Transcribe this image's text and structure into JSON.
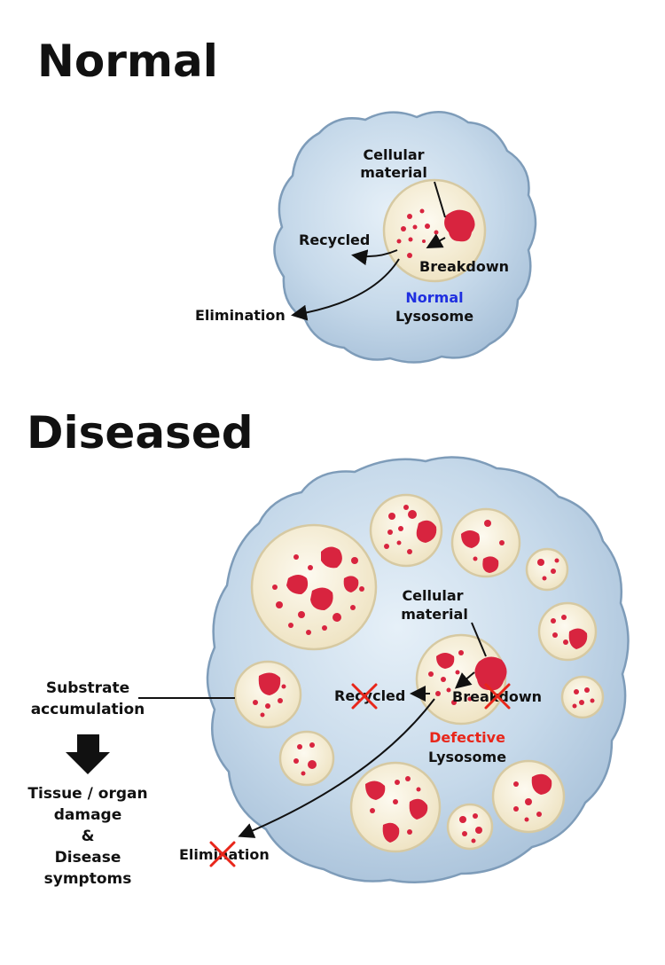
{
  "normal": {
    "heading": "Normal",
    "cellular_material_line1": "Cellular",
    "cellular_material_line2": "material",
    "recycled": "Recycled",
    "breakdown": "Breakdown",
    "elimination": "Elimination",
    "lysosome_state": "Normal",
    "lysosome_word": "Lysosome"
  },
  "diseased": {
    "heading": "Diseased",
    "cellular_material_line1": "Cellular",
    "cellular_material_line2": "material",
    "recycled": "Recycled",
    "breakdown": "Breakdown",
    "elimination": "Elimination",
    "lysosome_state": "Defective",
    "lysosome_word": "Lysosome",
    "substrate_line1": "Substrate",
    "substrate_line2": "accumulation",
    "outcome_line1": "Tissue / organ",
    "outcome_line2": "damage",
    "outcome_line3": "&",
    "outcome_line4": "Disease",
    "outcome_line5": "symptoms"
  },
  "colors": {
    "cell_fill": "#bcd2e6",
    "cell_edge": "#7e9cb9",
    "lysosome_fill": "#f6efd6",
    "lysosome_edge": "#d6c9a2",
    "substrate": "#d8243f",
    "normal_blue": "#1f2fe0",
    "defect_red": "#e8261a"
  }
}
